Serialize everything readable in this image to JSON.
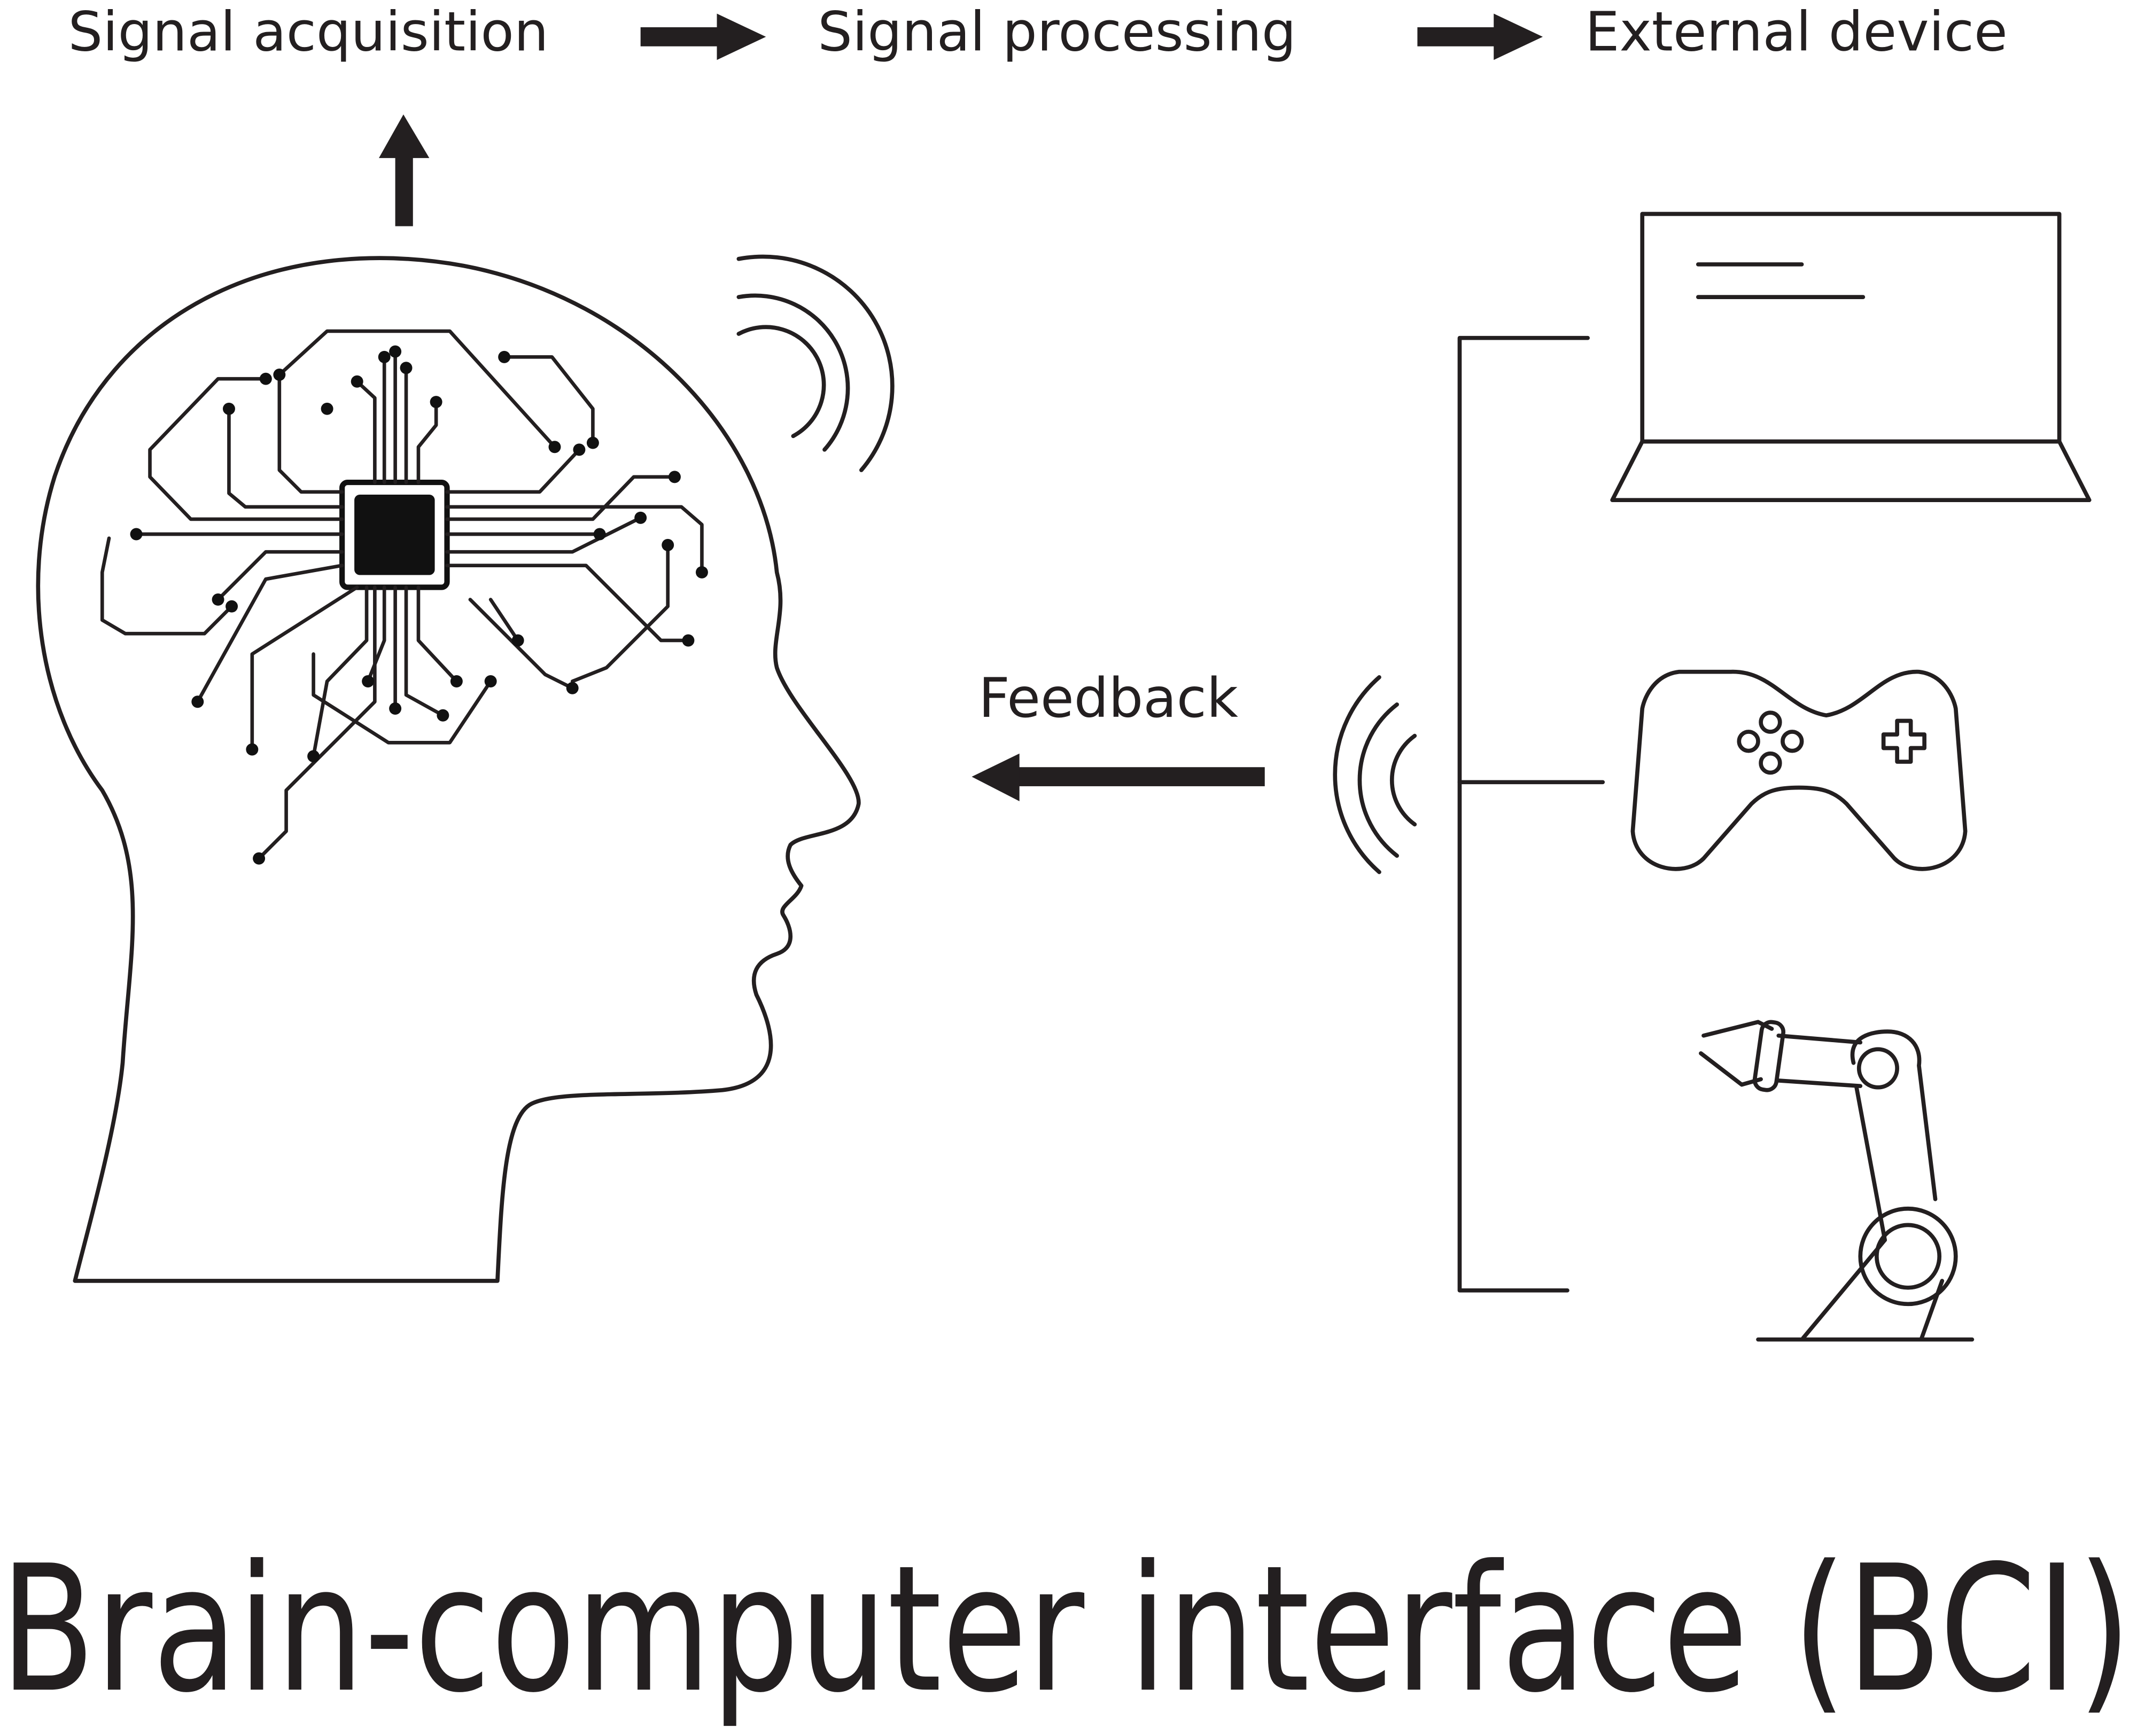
{
  "header": {
    "steps": [
      "Signal acquisition",
      "Signal processing",
      "External device"
    ]
  },
  "feedback_label": "Feedback",
  "title": "Brain-computer interface (BCI)",
  "devices": [
    {
      "name": "laptop",
      "icon": "laptop-icon"
    },
    {
      "name": "game controller",
      "icon": "gamepad-icon"
    },
    {
      "name": "robotic arm",
      "icon": "robot-arm-icon"
    }
  ],
  "colors": {
    "ink": "#231f20",
    "background": "#ffffff"
  }
}
